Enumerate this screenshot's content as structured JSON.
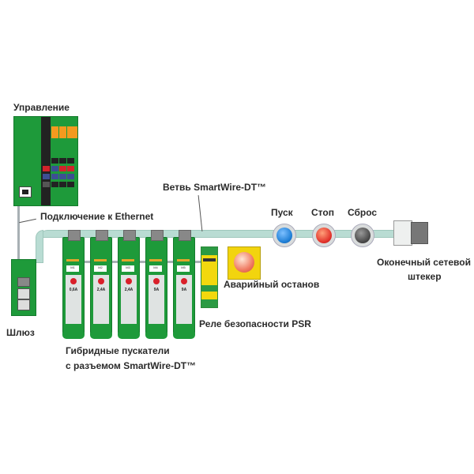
{
  "labels": {
    "control": "Управление",
    "ethernet": "Подключение к Ethernet",
    "gateway": "Шлюз",
    "branch": "Ветвь SmartWire-DT™",
    "start": "Пуск",
    "stop": "Стоп",
    "reset": "Сброс",
    "terminator_line1": "Оконечный сетевой",
    "terminator_line2": "штекер",
    "estop": "Аварийный останов",
    "psr": "Реле безопасности PSR",
    "starters_line1": "Гибридные пускатели",
    "starters_line2": "с разъемом SmartWire-DT™"
  },
  "starters": [
    {
      "tag": "M1",
      "amps": "0,6A"
    },
    {
      "tag": "M2",
      "amps": "2,4A"
    },
    {
      "tag": "M3",
      "amps": "2,4A"
    },
    {
      "tag": "M4",
      "amps": "9A"
    },
    {
      "tag": "M5",
      "amps": "9A"
    }
  ],
  "colors": {
    "module_green": "#1e9a3a",
    "cable": "#b9dcd3",
    "start_button": "#1f7fd6",
    "stop_button": "#e2332b",
    "reset_button": "#4a4a4a",
    "estop_housing": "#f2d40e"
  }
}
